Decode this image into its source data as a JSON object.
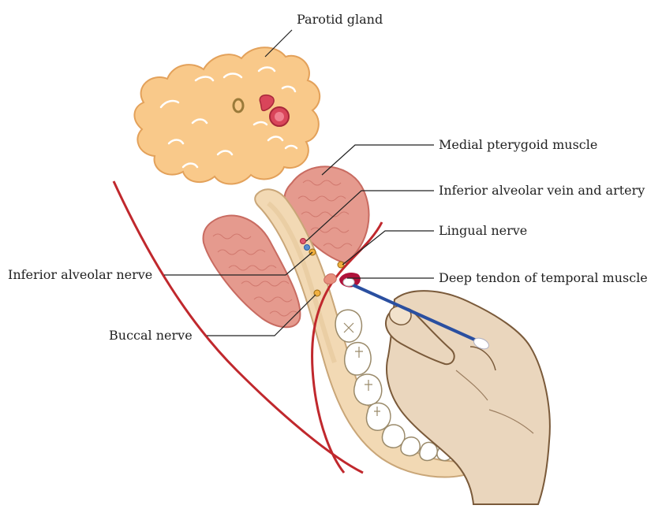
{
  "labels": {
    "parotid_gland": "Parotid gland",
    "medial_pterygoid": "Medial pterygoid muscle",
    "inferior_alveolar_vessels": "Inferior alveolar vein and artery",
    "lingual_nerve": "Lingual nerve",
    "inferior_alveolar_nerve": "Inferior alveolar nerve",
    "deep_tendon": "Deep tendon of temporal muscle",
    "buccal_nerve": "Buccal nerve"
  },
  "colors": {
    "parotid": "#f9c98a",
    "parotid_outline": "#e3a15a",
    "muscle": "#e59a8e",
    "muscle_outline": "#c86b61",
    "bone": "#f2d9b4",
    "bone_outline": "#c9a678",
    "teeth": "#ffffff",
    "mucosa_line": "#c0282d",
    "tendon": "#b0123a",
    "nerve_dot": "#f0b040",
    "vein_dot": "#5a8fd0",
    "artery_dot": "#e05a70",
    "skin": "#ead6bd",
    "skin_outline": "#7a5a3a",
    "swab_stick": "#2a4fa0"
  },
  "icons": {
    "hand": "hand-holding-swab-icon",
    "swab": "cotton-swab-icon"
  }
}
